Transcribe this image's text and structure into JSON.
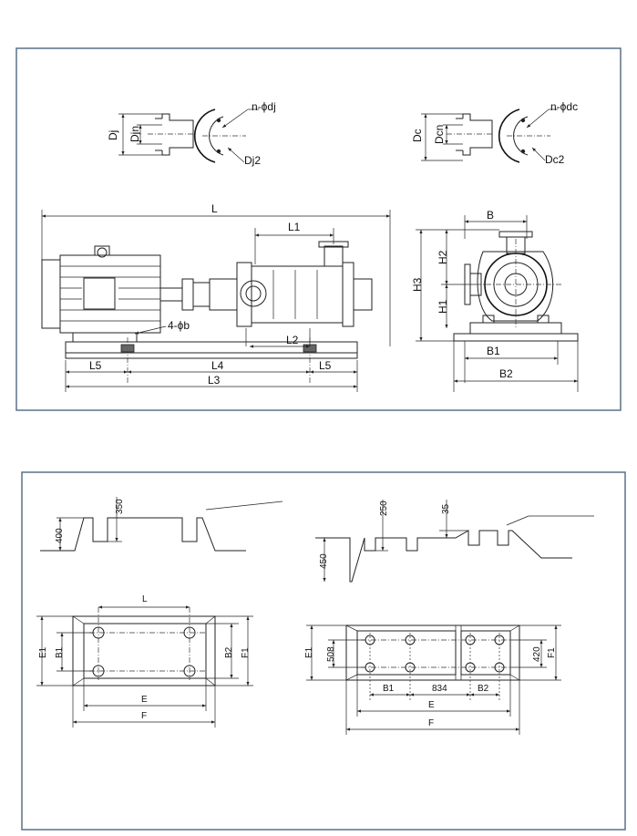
{
  "top_panel": {
    "flange_inlet": {
      "dim_outer": "Dj",
      "dim_inner": "Djn",
      "bolt_holes": "n-ϕdj",
      "bolt_circle": "Dj2"
    },
    "flange_outlet": {
      "dim_outer": "Dc",
      "dim_inner": "Dcn",
      "bolt_holes": "n-ϕdc",
      "bolt_circle": "Dc2"
    },
    "side_view": {
      "overall_length": "L",
      "length_1": "L1",
      "length_2": "L2",
      "length_3": "L3",
      "length_4": "L4",
      "length_5_left": "L5",
      "length_5_right": "L5",
      "foot_holes": "4-ϕb"
    },
    "end_view": {
      "width": "B",
      "height_1": "H1",
      "height_2": "H2",
      "height_3": "H3",
      "base_1": "B1",
      "base_2": "B2"
    }
  },
  "bottom_panel": {
    "left_section": {
      "pocket_depth": "350",
      "foundation_height": "400"
    },
    "right_section": {
      "pocket_depth_1": "250",
      "pocket_depth_2": "35",
      "foundation_height": "450"
    },
    "left_plan": {
      "hole_spacing": "L",
      "width_outer": "E1",
      "width_inner": "B1",
      "width_mid": "B2",
      "width_total": "F1",
      "length_inner": "E",
      "length_total": "F"
    },
    "right_plan": {
      "width_outer": "E1",
      "width_inner": "508",
      "width_mid": "420",
      "width_total": "F1",
      "spacing_1": "B1",
      "spacing_mid": "834",
      "spacing_2": "B2",
      "length_inner": "E",
      "length_total": "F"
    }
  }
}
